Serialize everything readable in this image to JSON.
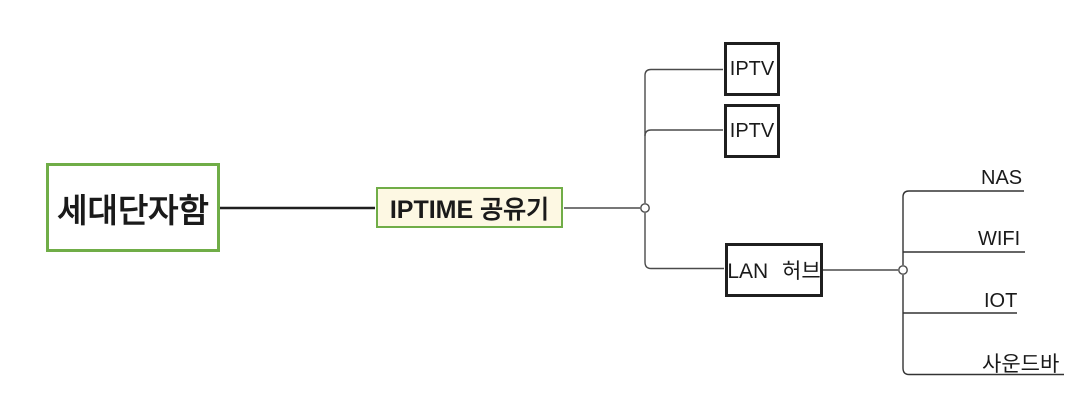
{
  "diagram": {
    "type": "network-topology",
    "nodes": {
      "terminal": {
        "label": "세대단자함",
        "shape": "green-border-box"
      },
      "router": {
        "label": "IPTIME 공유기",
        "shape": "green-border-box-yellow-fill"
      },
      "iptv_top": {
        "label": "IPTV",
        "shape": "black-border-box"
      },
      "iptv_bottom": {
        "label": "IPTV",
        "shape": "black-border-box"
      },
      "lan_hub": {
        "label": "LAN 허브",
        "shape": "black-border-box"
      },
      "nas": {
        "label": "NAS",
        "shape": "underlined-label"
      },
      "wifi": {
        "label": "WIFI",
        "shape": "underlined-label"
      },
      "iot": {
        "label": "IOT",
        "shape": "underlined-label"
      },
      "soundbar": {
        "label": "사운드바",
        "shape": "underlined-label"
      }
    },
    "edges": [
      {
        "from": "terminal",
        "to": "router"
      },
      {
        "from": "router",
        "to": "iptv_top"
      },
      {
        "from": "router",
        "to": "iptv_bottom"
      },
      {
        "from": "router",
        "to": "lan_hub"
      },
      {
        "from": "lan_hub",
        "to": "nas"
      },
      {
        "from": "lan_hub",
        "to": "wifi"
      },
      {
        "from": "lan_hub",
        "to": "iot"
      },
      {
        "from": "lan_hub",
        "to": "soundbar"
      }
    ],
    "colors": {
      "green_border": "#70AD47",
      "router_fill": "#FDF8E3",
      "box_border": "#1F1F1F",
      "connector_line": "#4A4A4A",
      "underline": "#262626",
      "background": "#FFFFFF"
    }
  }
}
